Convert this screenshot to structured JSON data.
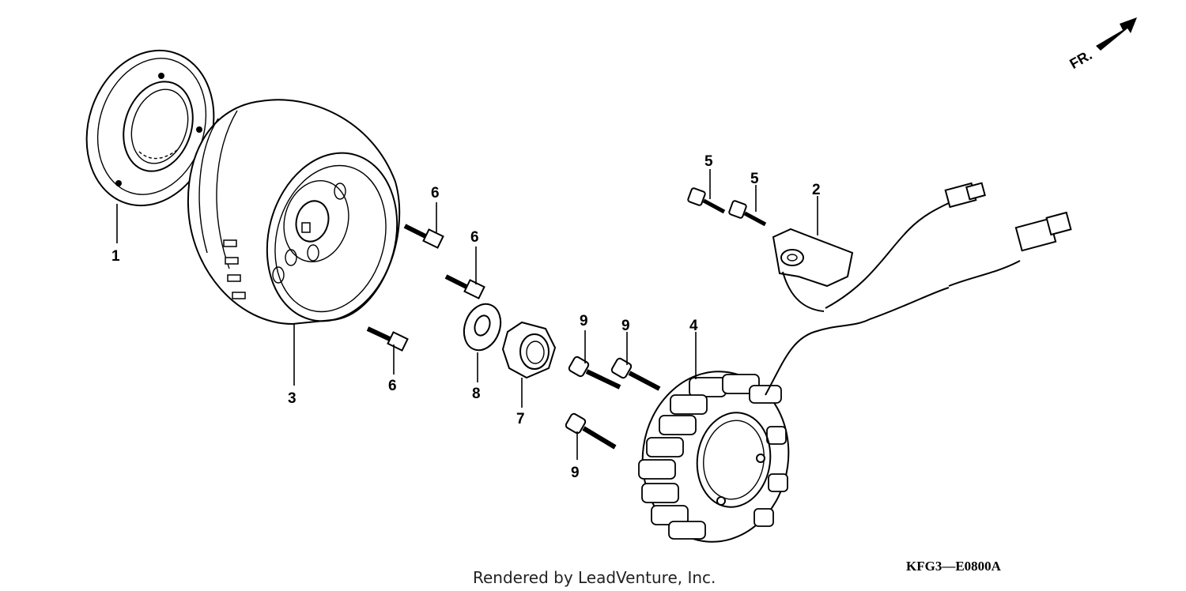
{
  "diagram": {
    "parts": [
      {
        "id": "part-1",
        "label": "1",
        "description": "outer ring"
      },
      {
        "id": "part-2",
        "label": "2",
        "description": "pulse generator"
      },
      {
        "id": "part-3",
        "label": "3",
        "description": "flywheel"
      },
      {
        "id": "part-4",
        "label": "4",
        "description": "stator"
      },
      {
        "id": "part-5a",
        "label": "5"
      },
      {
        "id": "part-5b",
        "label": "5"
      },
      {
        "id": "part-6a",
        "label": "6"
      },
      {
        "id": "part-6b",
        "label": "6"
      },
      {
        "id": "part-6c",
        "label": "6"
      },
      {
        "id": "part-7",
        "label": "7"
      },
      {
        "id": "part-8",
        "label": "8"
      },
      {
        "id": "part-9a",
        "label": "9"
      },
      {
        "id": "part-9b",
        "label": "9"
      },
      {
        "id": "part-9c",
        "label": "9"
      }
    ],
    "direction_label": "FR.",
    "drawing_code": "KFG3—E0800A",
    "credit": "Rendered by LeadVenture, Inc."
  }
}
